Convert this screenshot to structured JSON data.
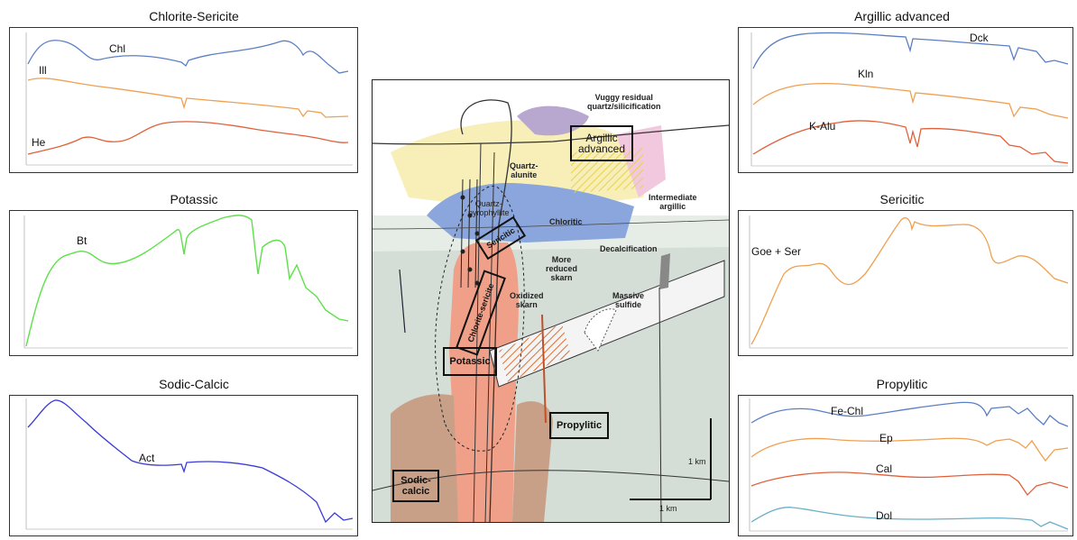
{
  "panels": {
    "chlorite_sericite": {
      "title": "Chlorite-Sericite",
      "curves": [
        "Chl",
        "Ill",
        "He"
      ]
    },
    "potassic": {
      "title": "Potassic",
      "curves": [
        "Bt"
      ]
    },
    "sodic_calcic": {
      "title": "Sodic-Calcic",
      "curves": [
        "Act"
      ]
    },
    "argillic_advanced": {
      "title": "Argillic advanced",
      "curves": [
        "Dck",
        "Kln",
        "K-Alu"
      ]
    },
    "sericitic": {
      "title": "Sericitic",
      "curves": [
        "Goe + Ser"
      ]
    },
    "propylitic": {
      "title": "Propylitic",
      "curves": [
        "Fe-Chl",
        "Ep",
        "Cal",
        "Dol"
      ]
    }
  },
  "diagram": {
    "labels": {
      "vuggy": "Vuggy residual\nquartz/silicification",
      "argillic_advanced": "Argillic\nadvanced",
      "quartz_alunite": "Quartz-\nalunite",
      "intermediate_argillic": "Intermediate\nargillic",
      "quartz_pyrophyllite": "Quartz-\npyrophyllite",
      "chloritic": "Chloritic",
      "sericitic": "Sericitic",
      "decalcification": "Decalcification",
      "more_reduced_skarn": "More\nreduced\nskarn",
      "chlorite_sericite": "Chlorite-sericite",
      "oxidized_skarn": "Oxidized\nskarn",
      "massive_sulfide": "Massive\nsulfide",
      "potassic": "Potassic",
      "propylitic": "Propylitic",
      "sodic_calcic": "Sodic-\ncalcic",
      "scale_vertical": "1 km",
      "scale_horizontal": "1 km"
    }
  },
  "colors": {
    "blue_curve": "#5b7fc4",
    "orange_curve": "#f0a050",
    "red_curve": "#e0603a",
    "green_curve": "#5ee04a",
    "indigo_curve": "#3a3ad8",
    "teal_curve": "#6ab0c8"
  }
}
